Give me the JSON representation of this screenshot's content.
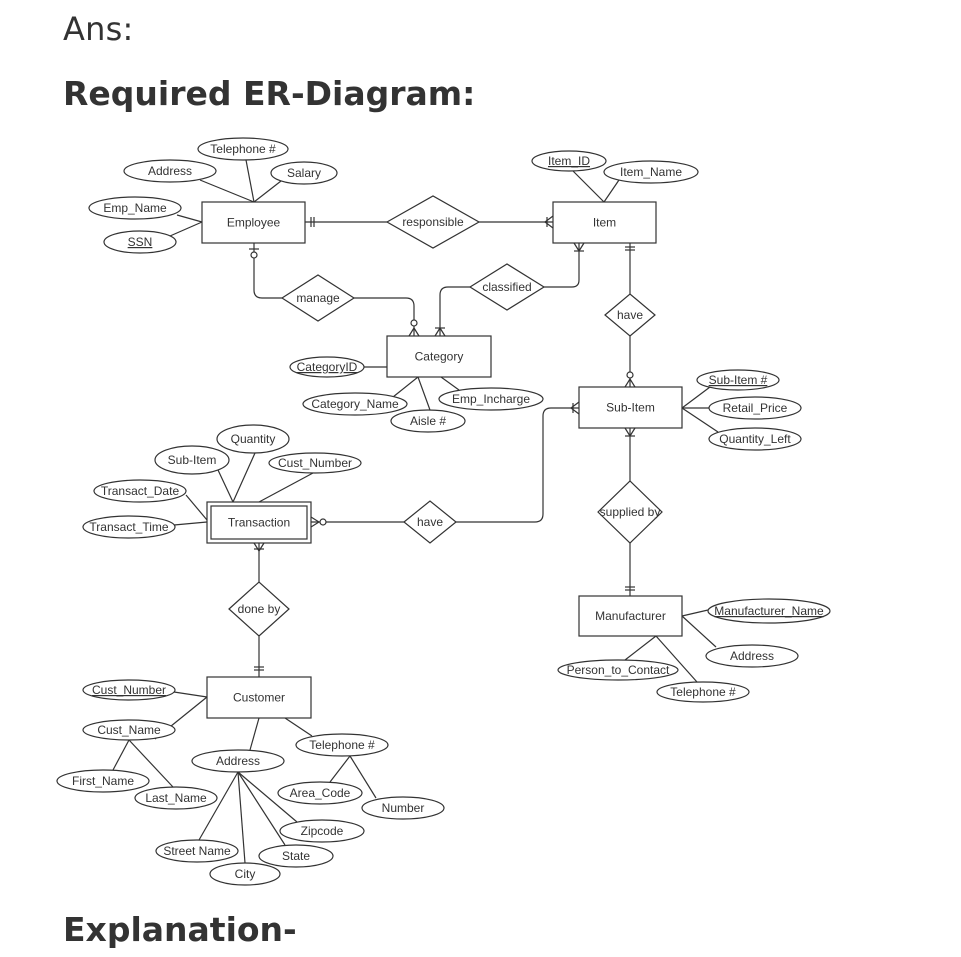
{
  "headings": {
    "ans": "Ans:",
    "required": "Required ER-Diagram:",
    "explanation": "Explanation-"
  },
  "diagram": {
    "entities": [
      {
        "id": "employee",
        "label": "Employee",
        "weak": false
      },
      {
        "id": "item",
        "label": "Item",
        "weak": false
      },
      {
        "id": "category",
        "label": "Category",
        "weak": false
      },
      {
        "id": "subitem",
        "label": "Sub-Item",
        "weak": false
      },
      {
        "id": "transaction",
        "label": "Transaction",
        "weak": true
      },
      {
        "id": "manufacturer",
        "label": "Manufacturer",
        "weak": false
      },
      {
        "id": "customer",
        "label": "Customer",
        "weak": false
      }
    ],
    "relationships": [
      {
        "id": "responsible",
        "label": "responsible"
      },
      {
        "id": "manage",
        "label": "manage"
      },
      {
        "id": "classified",
        "label": "classified"
      },
      {
        "id": "have_item",
        "label": "have"
      },
      {
        "id": "have_trans",
        "label": "have"
      },
      {
        "id": "supplied_by",
        "label": "supplied by"
      },
      {
        "id": "done_by",
        "label": "done by"
      }
    ],
    "attributes": [
      {
        "id": "emp_tel",
        "label": "Telephone #",
        "owner": "employee",
        "key": false
      },
      {
        "id": "emp_addr",
        "label": "Address",
        "owner": "employee",
        "key": false
      },
      {
        "id": "emp_salary",
        "label": "Salary",
        "owner": "employee",
        "key": false
      },
      {
        "id": "emp_name",
        "label": "Emp_Name",
        "owner": "employee",
        "key": false
      },
      {
        "id": "emp_ssn",
        "label": "SSN",
        "owner": "employee",
        "key": true
      },
      {
        "id": "item_id",
        "label": "Item_ID",
        "owner": "item",
        "key": true
      },
      {
        "id": "item_name",
        "label": "Item_Name",
        "owner": "item",
        "key": false
      },
      {
        "id": "cat_id",
        "label": "CategoryID",
        "owner": "category",
        "key": true
      },
      {
        "id": "cat_name",
        "label": "Category_Name",
        "owner": "category",
        "key": false
      },
      {
        "id": "cat_aisle",
        "label": "Aisle #",
        "owner": "category",
        "key": false
      },
      {
        "id": "cat_emp",
        "label": "Emp_Incharge",
        "owner": "category",
        "key": false
      },
      {
        "id": "sub_num",
        "label": "Sub-Item #",
        "owner": "subitem",
        "key": true
      },
      {
        "id": "sub_price",
        "label": "Retail_Price",
        "owner": "subitem",
        "key": false
      },
      {
        "id": "sub_qty",
        "label": "Quantity_Left",
        "owner": "subitem",
        "key": false
      },
      {
        "id": "tr_qty",
        "label": "Quantity",
        "owner": "transaction",
        "key": false
      },
      {
        "id": "tr_sub",
        "label": "Sub-Item",
        "owner": "transaction",
        "key": false
      },
      {
        "id": "tr_cust",
        "label": "Cust_Number",
        "owner": "transaction",
        "key": false
      },
      {
        "id": "tr_date",
        "label": "Transact_Date",
        "owner": "transaction",
        "key": false
      },
      {
        "id": "tr_time",
        "label": "Transact_Time",
        "owner": "transaction",
        "key": false
      },
      {
        "id": "man_name",
        "label": "Manufacturer_Name",
        "owner": "manufacturer",
        "key": true
      },
      {
        "id": "man_addr",
        "label": "Address",
        "owner": "manufacturer",
        "key": false
      },
      {
        "id": "man_person",
        "label": "Person_to_Contact",
        "owner": "manufacturer",
        "key": false
      },
      {
        "id": "man_tel",
        "label": "Telephone #",
        "owner": "manufacturer",
        "key": false
      },
      {
        "id": "cu_num",
        "label": "Cust_Number",
        "owner": "customer",
        "key": true
      },
      {
        "id": "cu_name",
        "label": "Cust_Name",
        "owner": "customer",
        "key": false
      },
      {
        "id": "cu_first",
        "label": "First_Name",
        "owner": "cu_name",
        "key": false
      },
      {
        "id": "cu_last",
        "label": "Last_Name",
        "owner": "cu_name",
        "key": false
      },
      {
        "id": "cu_addr",
        "label": "Address",
        "owner": "customer",
        "key": false
      },
      {
        "id": "cu_street",
        "label": "Street Name",
        "owner": "cu_addr",
        "key": false
      },
      {
        "id": "cu_city",
        "label": "City",
        "owner": "cu_addr",
        "key": false
      },
      {
        "id": "cu_state",
        "label": "State",
        "owner": "cu_addr",
        "key": false
      },
      {
        "id": "cu_zip",
        "label": "Zipcode",
        "owner": "cu_addr",
        "key": false
      },
      {
        "id": "cu_tel",
        "label": "Telephone #",
        "owner": "customer",
        "key": false
      },
      {
        "id": "cu_area",
        "label": "Area_Code",
        "owner": "cu_tel",
        "key": false
      },
      {
        "id": "cu_number",
        "label": "Number",
        "owner": "cu_tel",
        "key": false
      }
    ],
    "connections": [
      {
        "from": "employee",
        "to": "responsible",
        "cardinality": "one-and-only-one"
      },
      {
        "from": "responsible",
        "to": "item",
        "cardinality": "one-or-many"
      },
      {
        "from": "employee",
        "to": "manage",
        "cardinality": "zero-or-one"
      },
      {
        "from": "manage",
        "to": "category",
        "cardinality": "zero-or-many"
      },
      {
        "from": "item",
        "to": "classified",
        "cardinality": "one-or-many"
      },
      {
        "from": "classified",
        "to": "category",
        "cardinality": "one-or-many"
      },
      {
        "from": "item",
        "to": "have_item",
        "cardinality": "one-and-only-one"
      },
      {
        "from": "have_item",
        "to": "subitem",
        "cardinality": "zero-or-many"
      },
      {
        "from": "transaction",
        "to": "have_trans",
        "cardinality": "zero-or-many"
      },
      {
        "from": "have_trans",
        "to": "subitem",
        "cardinality": "one-or-many"
      },
      {
        "from": "subitem",
        "to": "supplied_by",
        "cardinality": "one-or-many"
      },
      {
        "from": "supplied_by",
        "to": "manufacturer",
        "cardinality": "one-and-only-one"
      },
      {
        "from": "transaction",
        "to": "done_by",
        "cardinality": "one-or-many"
      },
      {
        "from": "done_by",
        "to": "customer",
        "cardinality": "one-and-only-one"
      }
    ]
  }
}
